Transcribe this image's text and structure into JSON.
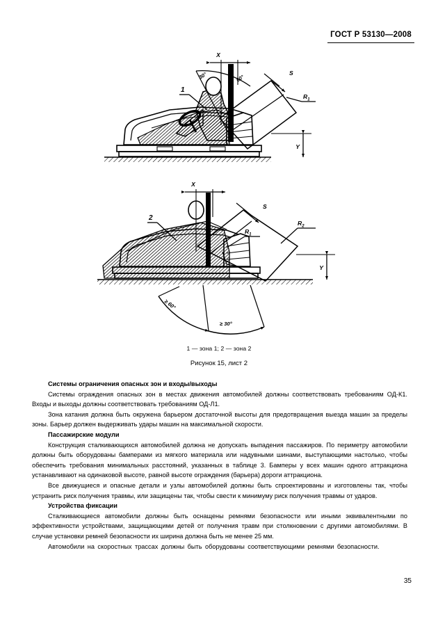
{
  "header": {
    "standard": "ГОСТ Р 53130—2008"
  },
  "figure": {
    "legend": "1 — зона 1;  2 — зона 2",
    "caption": "Рисунок 15, лист 2",
    "sheet1": {
      "zone_label": "1",
      "dim_x": "X",
      "dim_y": "Y",
      "dim_s": "S",
      "dim_r1": "R",
      "dim_r1_sub": "1",
      "angle_30": "30°",
      "angle_60": "60°"
    },
    "sheet2": {
      "zone_label": "2",
      "dim_x": "X",
      "dim_y": "Y",
      "dim_s": "S",
      "dim_r1": "R",
      "dim_r1_sub": "1",
      "dim_r2": "R",
      "dim_r2_sub": "2",
      "angle_min_60": "≥ 60°",
      "angle_min_30": "≥ 30°"
    }
  },
  "content": {
    "heading1": "Системы ограничения опасных зон и входы/выходы",
    "para1": "Системы ограждения опасных зон в местах движения автомобилей должны соответствовать требова­ниям ОД-К1. Входы и выходы должны соответствовать требованиям ОД-Л1.",
    "para2": "Зона катания должна быть окружена барьером достаточной высоты для предотвращения выезда машин за пределы зоны. Барьер должен выдерживать удары машин на максимальной скорости.",
    "heading2": "Пассажирские модули",
    "para3": "Конструкция сталкивающихся автомобилей должна не допускать выпадения пассажиров. По пери­метру автомобили должны быть оборудованы бамперами из мягкого материала или надувными шинами, выступающими настолько, чтобы обеспечить требования минимальных расстояний, указанных в таблице 3. Бамперы у всех машин одного аттракциона устанавливают на одинаковой высоте, равной высоте огражде­ния (барьера) дороги аттракциона.",
    "para4": "Все движущиеся и опасные детали и узлы автомобилей должны быть спроектированы и изготовлены так, чтобы устранить риск получения травмы, или защищены так, чтобы свести к минимуму риск  получения травмы от ударов.",
    "heading3": "Устройства фиксации",
    "para5": "Сталкивающиеся автомобили должны быть оснащены ремнями безопасности или иными эквивален­тными по эффективности устройствами, защищающими детей от получения травм при столкновении с дру­гими автомобилями. В случае установки ремней безопасности их ширина должна быть не менее 25 мм.",
    "para6": "Автомобили  на  скоростных  трассах  должны  быть оборудованы соответствующими ремнями безо­пасности."
  },
  "footer": {
    "page_number": "35"
  }
}
